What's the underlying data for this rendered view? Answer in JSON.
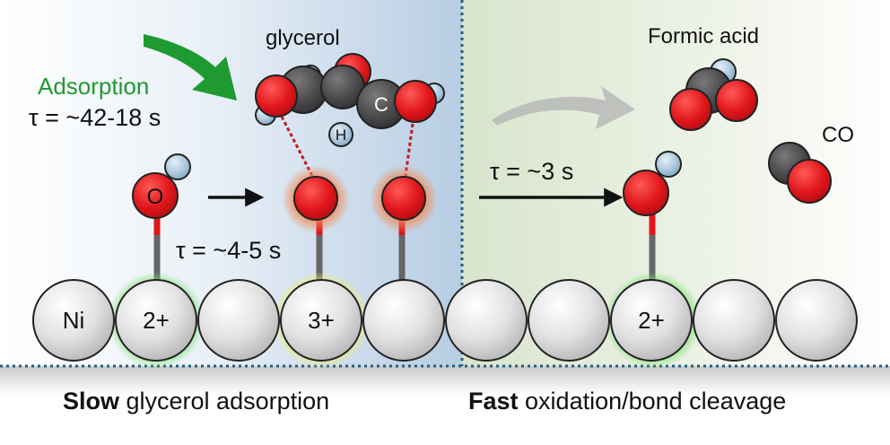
{
  "labels": {
    "glycerol": "glycerol",
    "adsorption": "Adsorption",
    "tau_adsorption": "τ = ~42-18 s",
    "tau_middle": "τ = ~4-5 s",
    "tau_fast": "τ = ~3 s",
    "formic_acid": "Formic acid",
    "co": "CO",
    "atom_c": "C",
    "atom_h": "H",
    "atom_o": "O"
  },
  "surface": {
    "atoms": [
      "Ni",
      "2+",
      "",
      "3+",
      "",
      "",
      "",
      "2+",
      "",
      ""
    ]
  },
  "captions": {
    "left_bold": "Slow",
    "left_rest": " glycerol adsorption",
    "right_bold": "Fast",
    "right_rest": " oxidation/bond cleavage"
  },
  "colors": {
    "oxygen": "#e0161b",
    "carbon": "#4a4a4c",
    "hydrogen": "#a9c7dc",
    "nickel": "#d2d2d2",
    "adsorption_green": "#1e9a31",
    "left_panel_blue": "#b7cde3",
    "right_panel_green": "#dbe7cf",
    "dotted_divider": "#215f80",
    "glow_green": "#78e06a",
    "glow_yellow": "#eeee70",
    "glow_orange": "#f18a55"
  }
}
